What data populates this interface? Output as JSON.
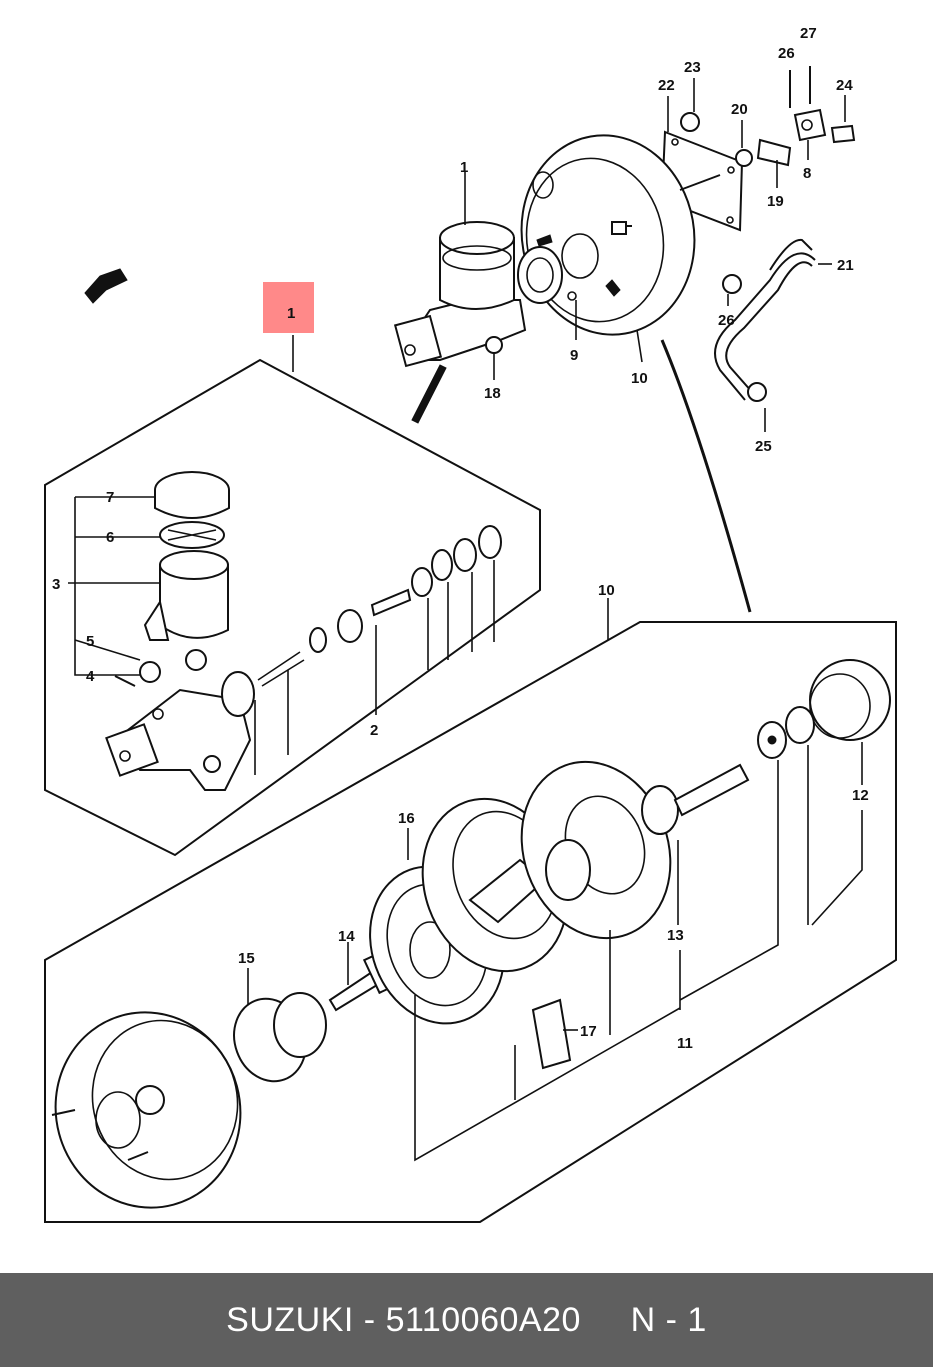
{
  "highlight": {
    "color": "#ff6b6b",
    "opacity": 0.8
  },
  "callouts": [
    {
      "id": "c1-top",
      "text": "1"
    },
    {
      "id": "c1-marker",
      "text": "1"
    },
    {
      "id": "c2",
      "text": "2"
    },
    {
      "id": "c3",
      "text": "3"
    },
    {
      "id": "c4",
      "text": "4"
    },
    {
      "id": "c5",
      "text": "5"
    },
    {
      "id": "c6",
      "text": "6"
    },
    {
      "id": "c7",
      "text": "7"
    },
    {
      "id": "c8",
      "text": "8"
    },
    {
      "id": "c9",
      "text": "9"
    },
    {
      "id": "c10-top",
      "text": "10"
    },
    {
      "id": "c10-exp",
      "text": "10"
    },
    {
      "id": "c11",
      "text": "11"
    },
    {
      "id": "c12",
      "text": "12"
    },
    {
      "id": "c13",
      "text": "13"
    },
    {
      "id": "c14",
      "text": "14"
    },
    {
      "id": "c15",
      "text": "15"
    },
    {
      "id": "c16",
      "text": "16"
    },
    {
      "id": "c17",
      "text": "17"
    },
    {
      "id": "c18",
      "text": "18"
    },
    {
      "id": "c19",
      "text": "19"
    },
    {
      "id": "c20",
      "text": "20"
    },
    {
      "id": "c21",
      "text": "21"
    },
    {
      "id": "c22",
      "text": "22"
    },
    {
      "id": "c23",
      "text": "23"
    },
    {
      "id": "c24",
      "text": "24"
    },
    {
      "id": "c25",
      "text": "25"
    },
    {
      "id": "c26a",
      "text": "26"
    },
    {
      "id": "c26b",
      "text": "26"
    },
    {
      "id": "c27",
      "text": "27"
    }
  ],
  "footer": {
    "caption": "SUZUKI - 5110060A20     N - 1",
    "background": "#5f5f5f",
    "text_color": "#ffffff"
  }
}
